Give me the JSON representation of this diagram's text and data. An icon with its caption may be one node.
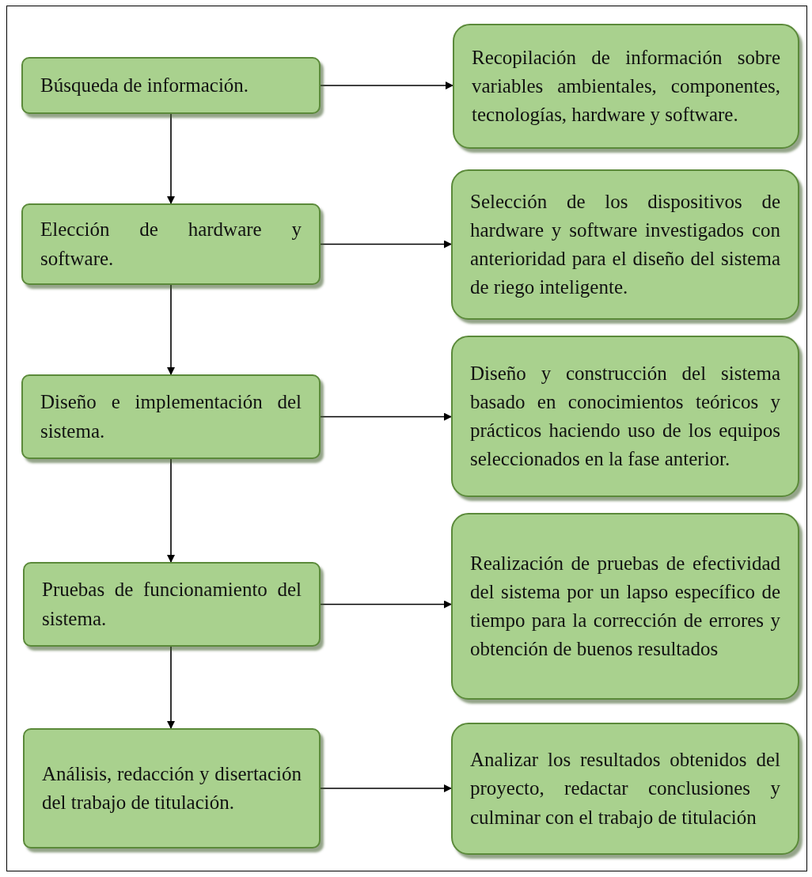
{
  "diagram": {
    "nodes": [
      {
        "text": [
          "Búsqueda de información."
        ]
      },
      {
        "text": [
          "Recopilación de información sobre variables ambientales, componentes, tecnologías, hardware y software."
        ]
      },
      {
        "text": [
          "Elección de hardware y software."
        ]
      },
      {
        "text": [
          "Selección de los dispositivos de hardware y software investigados con anterioridad para el diseño del sistema de riego inteligente."
        ]
      },
      {
        "text": [
          "Diseño e implementación del sistema."
        ]
      },
      {
        "text": [
          "Diseño y construcción del sistema basado en conocimientos teóricos y prácticos haciendo uso de los equipos seleccionados en la fase anterior."
        ]
      },
      {
        "text": [
          "Pruebas de funcionamiento del sistema."
        ]
      },
      {
        "text": [
          "Realización de pruebas de efectividad del sistema por un lapso específico de tiempo para la corrección de errores y obtención de buenos resultados"
        ]
      },
      {
        "text": [
          "Análisis, redacción y disertación del trabajo de titulación."
        ]
      },
      {
        "text": [
          "Analizar los resultados obtenidos del proyecto, redactar conclusiones y culminar con el trabajo de titulación"
        ]
      }
    ],
    "edges": [
      {
        "from": 0,
        "to": 1,
        "arrow": "to"
      },
      {
        "from": 0,
        "to": 2,
        "arrow": "to"
      },
      {
        "from": 2,
        "to": 3,
        "arrow": "to"
      },
      {
        "from": 2,
        "to": 4,
        "arrow": "to"
      },
      {
        "from": 4,
        "to": 5,
        "arrow": "to"
      },
      {
        "from": 4,
        "to": 6,
        "arrow": "to"
      },
      {
        "from": 6,
        "to": 7,
        "arrow": "to"
      },
      {
        "from": 6,
        "to": 8,
        "arrow": "to"
      },
      {
        "from": 8,
        "to": 9,
        "arrow": "to"
      }
    ]
  }
}
